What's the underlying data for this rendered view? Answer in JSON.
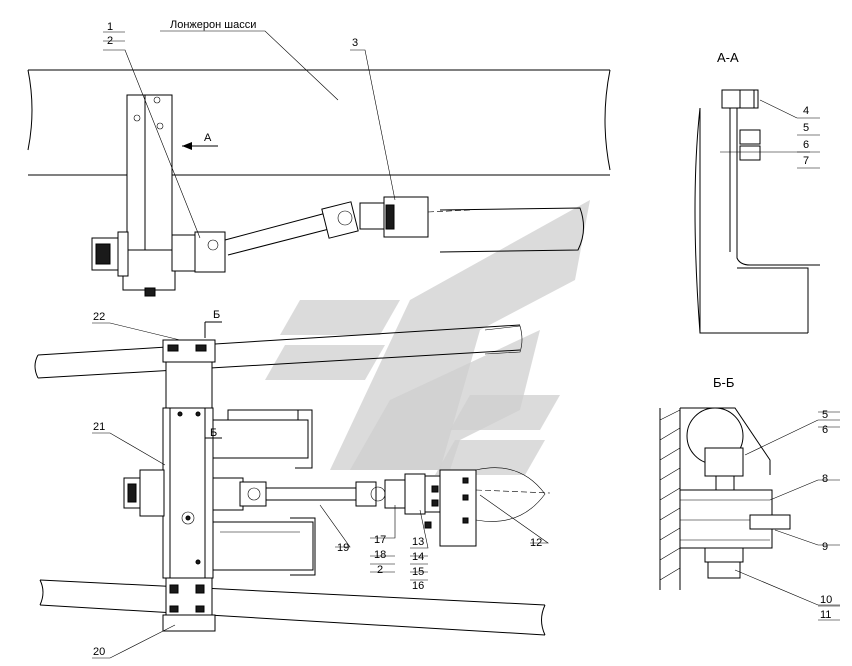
{
  "labels": {
    "p1": "1",
    "p2": "2",
    "p3": "3",
    "p4": "4",
    "p5": "5",
    "p6": "6",
    "p7": "7",
    "p5b": "5",
    "p6b": "6",
    "p8": "8",
    "p9": "9",
    "p10": "10",
    "p11": "11",
    "p12": "12",
    "p13": "13",
    "p14": "14",
    "p15": "15",
    "p16": "16",
    "p17": "17",
    "p18": "18",
    "p2b": "2",
    "p19": "19",
    "p20": "20",
    "p21": "21",
    "p22": "22"
  },
  "texts": {
    "chassis_member": "Лонжерон  шасси",
    "view_a": "А",
    "section_aa": "А-А",
    "section_bb": "Б-Б",
    "cut_b_top": "Б",
    "cut_b_bottom": "Б"
  }
}
